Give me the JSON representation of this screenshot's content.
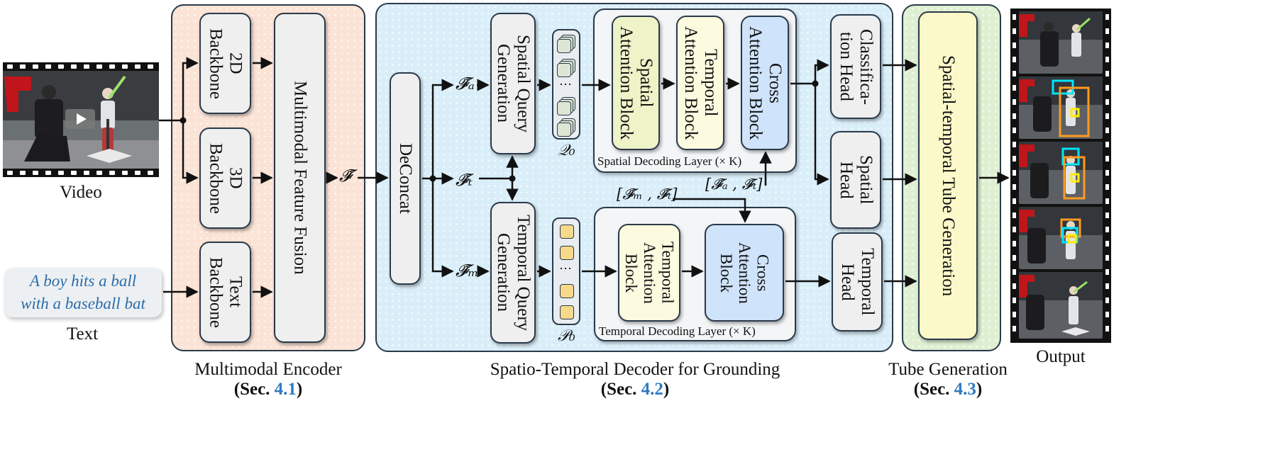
{
  "inputs": {
    "video_label": "Video",
    "text_label": "Text",
    "query_text": "A boy hits a ball\nwith a baseball bat"
  },
  "encoder": {
    "caption": "Multimodal Encoder",
    "sec_prefix": "(Sec. ",
    "sec_num": "4.1",
    "sec_suffix": ")",
    "backbone_2d": "2D\nBackbone",
    "backbone_3d": "3D\nBackbone",
    "backbone_text": "Text\nBackbone",
    "fusion": "Multimodal Feature Fusion",
    "feature": "𝓕̃"
  },
  "decoder": {
    "caption": "Spatio-Temporal Decoder for Grounding",
    "sec_prefix": "(Sec. ",
    "sec_num": "4.2",
    "sec_suffix": ")",
    "deconcat": "DeConcat",
    "f_a": "𝓕̃ₐ",
    "f_t": "𝓕̃ₜ",
    "f_m": "𝓕̃ₘ",
    "spatial_query": "Spatial Query\nGeneration",
    "temporal_query": "Temporal Query\nGeneration",
    "q0": "𝒬₀",
    "p0": "𝒫₀",
    "spatial_attention": "Spatial\nAttention Block",
    "temporal_attention_block": "Temporal\nAttention Block",
    "cross_attention_top": "Cross\nAttention Block",
    "spatial_layer": "Spatial Decoding Layer (× K)",
    "temporal_attention_lower": "Temporal\nAttention\nBlock",
    "cross_attention_bottom": "Cross\nAttention\nBlock",
    "temporal_layer": "Temporal Decoding Layer (× K)",
    "concat_mt": "[𝓕̃ₘ , 𝓕̃ₜ]",
    "concat_at": "[𝓕̃ₐ , 𝓕̃ₜ]",
    "classification_head": "Classifica-\ntion Head",
    "spatial_head": "Spatial\nHead",
    "temporal_head": "Temporal\nHead",
    "ellipsis": "⋯"
  },
  "tube": {
    "caption": "Tube Generation",
    "sec_prefix": "(Sec. ",
    "sec_num": "4.3",
    "sec_suffix": ")",
    "box": "Spatial-temporal Tube Generation"
  },
  "output": {
    "label": "Output"
  },
  "colors": {
    "encoder_bg": "#fbe3d5",
    "decoder_bg": "#d9eef9",
    "tube_bg": "#dff0d2",
    "section_link": "#2e7bbf",
    "query_text": "#2c6da8",
    "spatial_box": "#00e5ff",
    "temporal_box": "#ff9a1f",
    "target_box": "#ffee00"
  }
}
